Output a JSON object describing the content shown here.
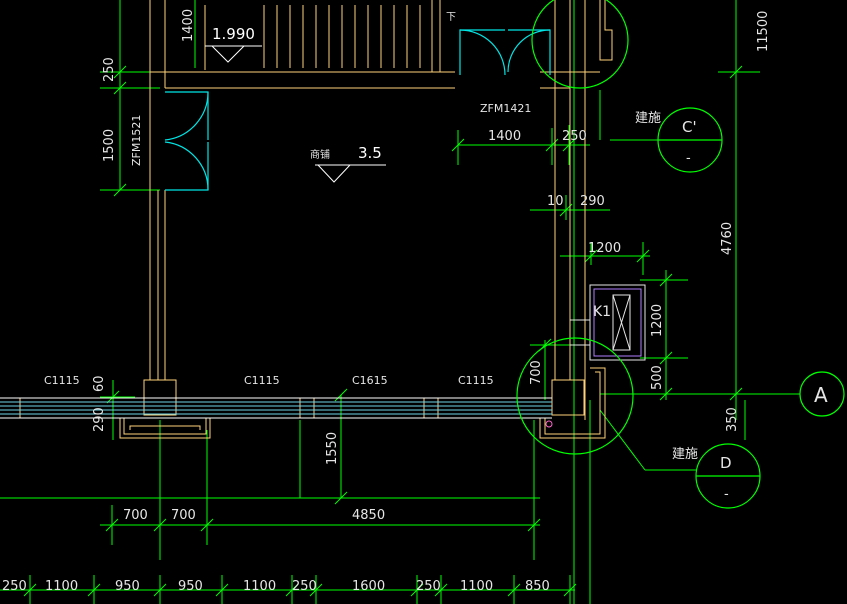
{
  "colors": {
    "background": "#000000",
    "dimension": "#00ff00",
    "wall": "#ffd27a",
    "door": "#00e5e5",
    "window": "#6fd3e6",
    "text": "#e6e6e6",
    "level": "#ffffff"
  },
  "levels": {
    "stair": "1.990",
    "shop": "3.5"
  },
  "room_label": "商铺",
  "stair_down_mark": "下",
  "doors": {
    "left": "ZFM1521",
    "top": "ZFM1421"
  },
  "windows": {
    "w1": "C1115",
    "w2": "C1115",
    "w3": "C1615",
    "w4": "C1115"
  },
  "equipment": {
    "k1": "K1"
  },
  "notes": {
    "c_note": "建施",
    "d_note": "建施"
  },
  "detail_callouts": {
    "c_label": "C'",
    "c_sheet": "-",
    "d_label": "D",
    "d_sheet": "-"
  },
  "grid_axis": {
    "a_label": "A"
  },
  "dimensions": {
    "left_top": "1400",
    "left_250": "250",
    "left_1500": "1500",
    "door_1400": "1400",
    "door_250": "250",
    "d10": "10",
    "d290": "290",
    "k1_width": "1200",
    "k1_height": "1200",
    "d500": "500",
    "d700_right": "700",
    "d350": "350",
    "right_11500": "11500",
    "right_4760": "4760",
    "d60": "60",
    "d290_left": "290",
    "d1550": "1550",
    "row1": [
      "700",
      "700",
      "4850"
    ],
    "row2": [
      "250",
      "1100",
      "950",
      "950",
      "1100",
      "250",
      "1600",
      "250",
      "1100",
      "850"
    ]
  }
}
